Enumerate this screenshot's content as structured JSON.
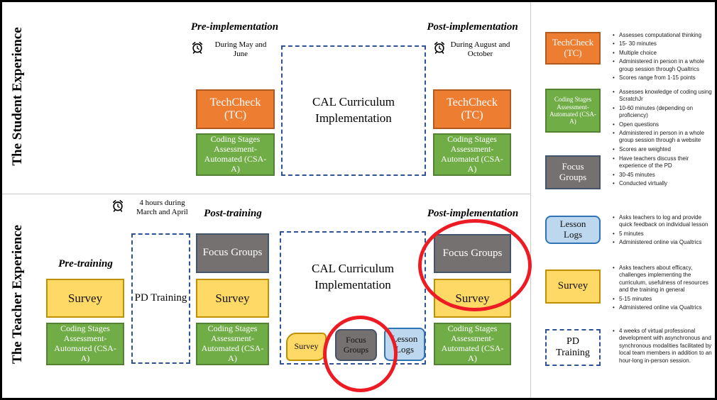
{
  "frame": {
    "student_section_label": "The Student Experience",
    "teacher_section_label": "The Teacher Experience"
  },
  "labels": {
    "techcheck": "TechCheck (TC)",
    "csaa": "Coding Stages Assessment-Automated (CSA-A)",
    "cal": "CAL Curriculum Implementation",
    "survey": "Survey",
    "focus_groups": "Focus Groups",
    "lesson_logs": "Lesson Logs",
    "pd_training": "PD Training"
  },
  "student": {
    "pre_heading": "Pre-implementation",
    "pre_time": "During May and June",
    "post_heading": "Post-implementation",
    "post_time": "During August and October"
  },
  "teacher": {
    "pd_time": "4 hours during March and April",
    "pre_heading": "Pre-training",
    "post_training_heading": "Post-training",
    "post_impl_heading": "Post-implementation"
  },
  "legend": {
    "items": [
      {
        "label": "TechCheck (TC)",
        "bullets": [
          "Assesses computational thinking",
          "15- 30 minutes",
          "Multiple choice",
          "Administered in person in a whole group session through Qualtrics",
          "Scores range from 1-15 points"
        ]
      },
      {
        "label": "Coding Stages Assessment-Automated (CSA-A)",
        "bullets": [
          "Assesses knowledge of coding using ScratchJr",
          "10-60 minutes (depending on proficiency)",
          "Open questions",
          "Administered in person in a whole group session through a website",
          "Scores are weighted"
        ]
      },
      {
        "label": "Focus Groups",
        "bullets": [
          "Have teachers discuss their experience of the PD",
          "30-45 minutes",
          "Conducted virtually"
        ]
      },
      {
        "label": "Lesson Logs",
        "bullets": [
          "Asks teachers to log and provide quick feedback on individual lesson",
          "5 minutes",
          "Administered online via Qualtrics"
        ]
      },
      {
        "label": "Survey",
        "bullets": [
          "Asks teachers about efficacy, challenges implementing the curriculum, usefulness of resources and the training in general",
          "5-15 minutes",
          "Administered online via Qualtrics"
        ]
      },
      {
        "label": "PD Training",
        "bullets": [
          "4 weeks of virtual professional development with asynchronous and synchronous modalities facilitated by local team members in addition to an hour-long in-person session."
        ]
      }
    ]
  },
  "colors": {
    "orange": "#ED7D31",
    "green": "#70AD47",
    "gray": "#767171",
    "yellow": "#FFD966",
    "light_blue": "#BDD7EE",
    "dashed_border": "#2F5496",
    "highlight_red": "#ED1C24"
  }
}
